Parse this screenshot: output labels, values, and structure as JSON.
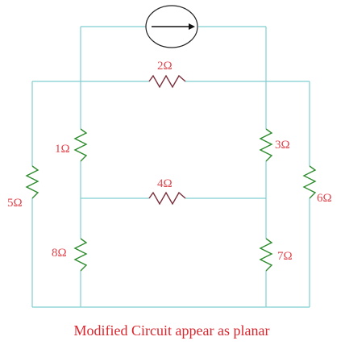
{
  "resistors": {
    "r1": "1Ω",
    "r2": "2Ω",
    "r3": "3Ω",
    "r4": "4Ω",
    "r5": "5Ω",
    "r6": "6Ω",
    "r7": "7Ω",
    "r8": "8Ω"
  },
  "caption": "Modified Circuit appear as planar",
  "colors": {
    "wire": "#7fcfd0",
    "resistor": "#2e8b2e",
    "label": "#e0464e"
  }
}
